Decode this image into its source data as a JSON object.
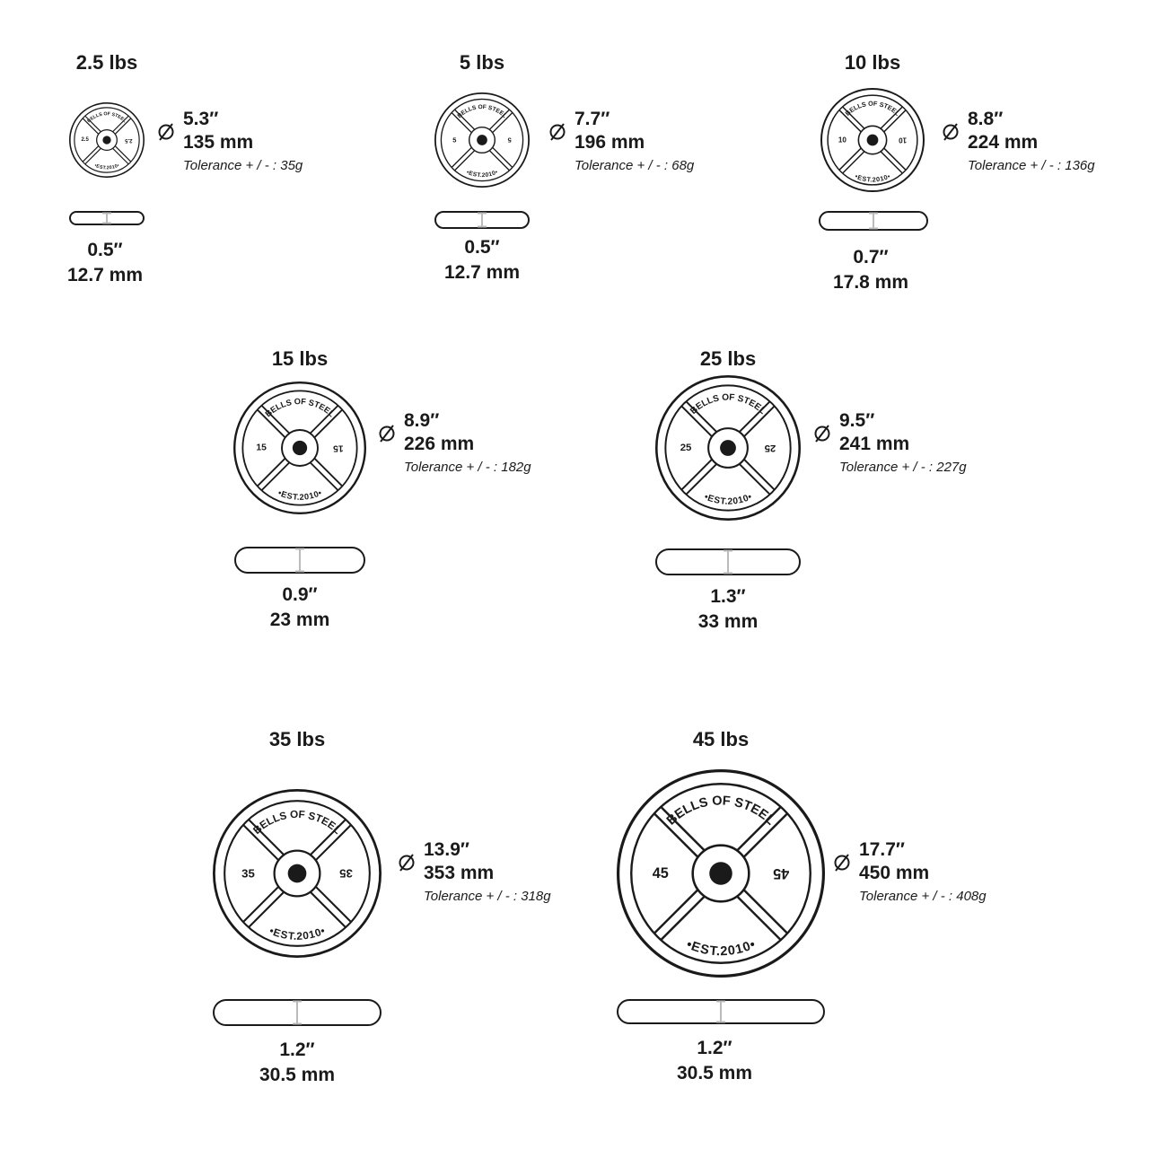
{
  "colors": {
    "ink": "#1a1a1a",
    "seam": "#bbbbbb",
    "background": "#ffffff"
  },
  "plates": [
    {
      "id": "2-5",
      "title": "2.5 lbs",
      "number": "2.5",
      "brand": "BELLS OF STEEL",
      "est": "EST.2010",
      "diameter_in": "5.3″",
      "diameter_mm": "135 mm",
      "tolerance": "Tolerance + / - : 35g",
      "thickness_in": "0.5″",
      "thickness_mm": "12.7 mm"
    },
    {
      "id": "5",
      "title": "5 lbs",
      "number": "5",
      "brand": "BELLS OF STEEL",
      "est": "EST.2010",
      "diameter_in": "7.7″",
      "diameter_mm": "196 mm",
      "tolerance": "Tolerance + / - : 68g",
      "thickness_in": "0.5″",
      "thickness_mm": "12.7 mm"
    },
    {
      "id": "10",
      "title": "10 lbs",
      "number": "10",
      "brand": "BELLS OF STEEL",
      "est": "EST.2010",
      "diameter_in": "8.8″",
      "diameter_mm": "224 mm",
      "tolerance": "Tolerance + / - : 136g",
      "thickness_in": "0.7″",
      "thickness_mm": "17.8 mm"
    },
    {
      "id": "15",
      "title": "15 lbs",
      "number": "15",
      "brand": "BELLS OF STEEL",
      "est": "EST.2010",
      "diameter_in": "8.9″",
      "diameter_mm": "226 mm",
      "tolerance": "Tolerance + / - : 182g",
      "thickness_in": "0.9″",
      "thickness_mm": "23 mm"
    },
    {
      "id": "25",
      "title": "25 lbs",
      "number": "25",
      "brand": "BELLS OF STEEL",
      "est": "EST.2010",
      "diameter_in": "9.5″",
      "diameter_mm": "241 mm",
      "tolerance": "Tolerance + / - : 227g",
      "thickness_in": "1.3″",
      "thickness_mm": "33 mm"
    },
    {
      "id": "35",
      "title": "35 lbs",
      "number": "35",
      "brand": "BELLS OF STEEL",
      "est": "EST.2010",
      "diameter_in": "13.9″",
      "diameter_mm": "353 mm",
      "tolerance": "Tolerance + / - : 318g",
      "thickness_in": "1.2″",
      "thickness_mm": "30.5 mm"
    },
    {
      "id": "45",
      "title": "45 lbs",
      "number": "45",
      "brand": "BELLS OF STEEL",
      "est": "EST.2010",
      "diameter_in": "17.7″",
      "diameter_mm": "450 mm",
      "tolerance": "Tolerance + / - : 408g",
      "thickness_in": "1.2″",
      "thickness_mm": "30.5 mm"
    }
  ]
}
